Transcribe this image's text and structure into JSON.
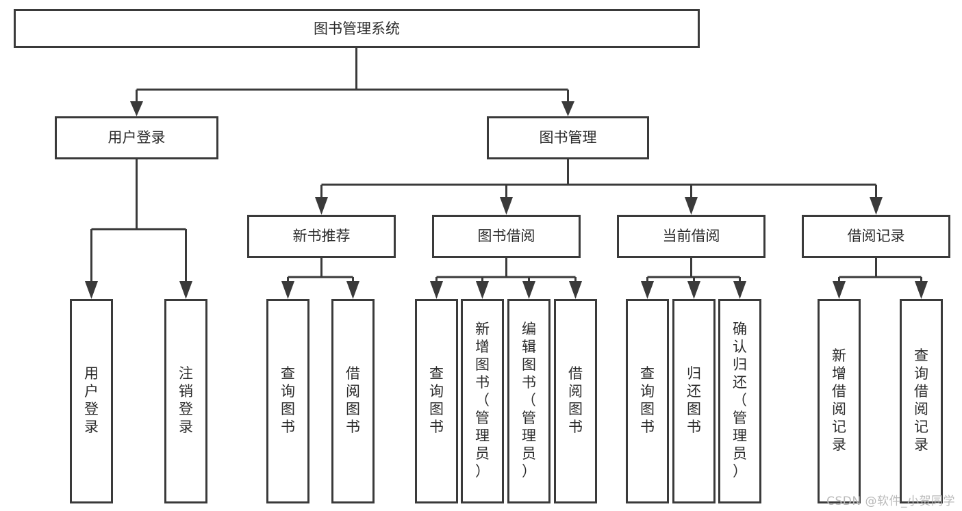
{
  "diagram": {
    "type": "tree",
    "title": "图书管理系统",
    "orientation": "top-down",
    "colors": {
      "background": "#ffffff",
      "box_fill": "#ffffff",
      "box_stroke": "#3a3a3a",
      "connector": "#3a3a3a",
      "text": "#2b2b2b",
      "watermark": "#b9b9b9"
    },
    "root": {
      "label": "图书管理系统"
    },
    "level1": [
      {
        "label": "用户登录"
      },
      {
        "label": "图书管理"
      }
    ],
    "level2": [
      {
        "label": "新书推荐"
      },
      {
        "label": "图书借阅"
      },
      {
        "label": "当前借阅"
      },
      {
        "label": "借阅记录"
      }
    ],
    "leaves": {
      "user_login": [
        {
          "label": "用户登录"
        },
        {
          "label": "注销登录"
        }
      ],
      "new_book_recommend": [
        {
          "label": "查询图书"
        },
        {
          "label": "借阅图书"
        }
      ],
      "book_borrow": [
        {
          "label": "查询图书"
        },
        {
          "label": "新增图书（管理员）"
        },
        {
          "label": "编辑图书（管理员）"
        },
        {
          "label": "借阅图书"
        }
      ],
      "current_borrow": [
        {
          "label": "查询图书"
        },
        {
          "label": "归还图书"
        },
        {
          "label": "确认归还（管理员）"
        }
      ],
      "borrow_record": [
        {
          "label": "新增借阅记录"
        },
        {
          "label": "查询借阅记录"
        }
      ]
    }
  },
  "watermark": {
    "text": "CSDN @软件_小贺同学"
  }
}
